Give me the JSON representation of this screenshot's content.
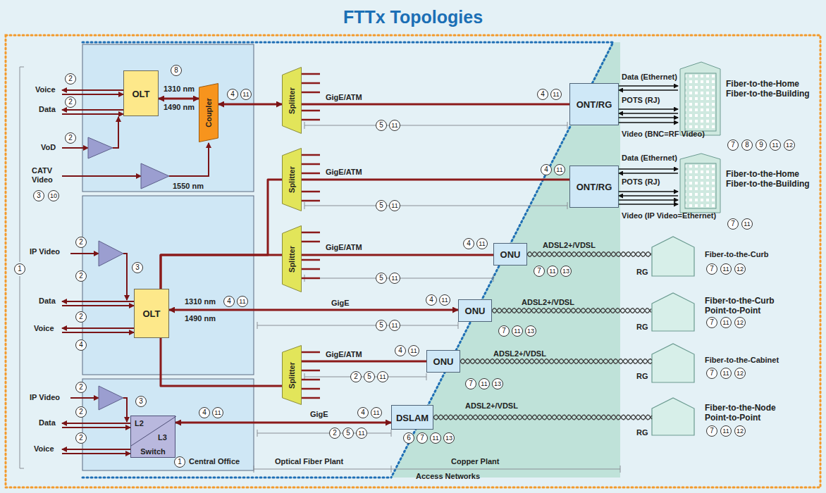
{
  "diagram": {
    "title": "FTTx Topologies",
    "nodes": [
      {
        "text": [
          "OLT"
        ]
      },
      {
        "text": [
          "Coupler"
        ]
      },
      {
        "text": [
          "Splitter"
        ]
      },
      {
        "text": [
          "Splitter"
        ]
      },
      {
        "text": [
          "Splitter"
        ]
      },
      {
        "text": [
          "Splitter"
        ]
      },
      {
        "text": [
          "OLT"
        ]
      },
      {
        "text": [
          "L2",
          "L3",
          "Switch"
        ]
      },
      {
        "text": [
          "ONT/RG"
        ]
      },
      {
        "text": [
          "ONT/RG"
        ]
      },
      {
        "text": [
          "ONU"
        ]
      },
      {
        "text": [
          "ONU"
        ]
      },
      {
        "text": [
          "ONU"
        ]
      },
      {
        "text": [
          "DSLAM"
        ]
      }
    ],
    "edges": [
      {
        "from": 0,
        "to": 1,
        "arrow": "both"
      },
      {
        "from": 1,
        "to": 2,
        "arrow": "both"
      },
      {
        "from": 2,
        "to": 8,
        "arrow": "none",
        "label": "GigE/ATM"
      },
      {
        "from": 6,
        "to": 3,
        "arrow": "none"
      },
      {
        "from": 6,
        "to": 4,
        "arrow": "none"
      },
      {
        "from": 6,
        "to": 11,
        "arrow": "both",
        "label": "GigE"
      },
      {
        "from": 6,
        "to": 5,
        "arrow": "none"
      },
      {
        "from": 3,
        "to": 9,
        "arrow": "none",
        "label": "GigE/ATM"
      },
      {
        "from": 4,
        "to": 10,
        "arrow": "none",
        "label": "GigE/ATM"
      },
      {
        "from": 5,
        "to": 12,
        "arrow": "none",
        "label": "GigE/ATM"
      },
      {
        "from": 7,
        "to": 13,
        "arrow": "both",
        "label": "GigE"
      }
    ],
    "labels": [
      "Voice",
      "2",
      "Data",
      "2",
      "VoD",
      "2",
      "CATV Video",
      "3",
      "10",
      "8",
      "1310 nm",
      "1490 nm",
      "1550 nm",
      "4",
      "11",
      "5",
      "11",
      "4",
      "11",
      "Data (Ethernet)",
      "POTS (RJ)",
      "Video (BNC=RF Video)",
      "Fiber-to-the-Home Fiber-to-the-Building",
      "7",
      "8",
      "9",
      "11",
      "12",
      "4",
      "11",
      "5",
      "11",
      "Data (Ethernet)",
      "POTS (RJ)",
      "Video (IP Video=Ethernet)",
      "Fiber-to-the-Home Fiber-to-the-Building",
      "7",
      "11",
      "1",
      "IP Video",
      "2",
      "2",
      "3",
      "Data",
      "2",
      "Voice",
      "4",
      "1310 nm",
      "4",
      "11",
      "1490 nm",
      "4",
      "11",
      "5",
      "11",
      "ADSL2+/VDSL",
      "7",
      "11",
      "13",
      "Fiber-to-the-Curb",
      "7",
      "11",
      "12",
      "RG",
      "4",
      "11",
      "5",
      "11",
      "ADSL2+/VDSL",
      "7",
      "11",
      "13",
      "Fiber-to-the-Curb Point-to-Point",
      "7",
      "11",
      "12",
      "RG",
      "4",
      "11",
      "2",
      "5",
      "11",
      "ADSL2+/VDSL",
      "7",
      "11",
      "13",
      "Fiber-to-the-Cabinet",
      "7",
      "11",
      "12",
      "RG",
      "2",
      "IP Video",
      "2",
      "3",
      "Data",
      "2",
      "Voice",
      "4",
      "11",
      "4",
      "11",
      "2",
      "5",
      "11",
      "ADSL2+/VDSL",
      "6",
      "7",
      "11",
      "13",
      "Fiber-to-the-Node Point-to-Point",
      "7",
      "11",
      "12",
      "RG",
      "1",
      "Central Office",
      "Optical Fiber Plant",
      "Copper Plant",
      "Access Networks"
    ]
  }
}
